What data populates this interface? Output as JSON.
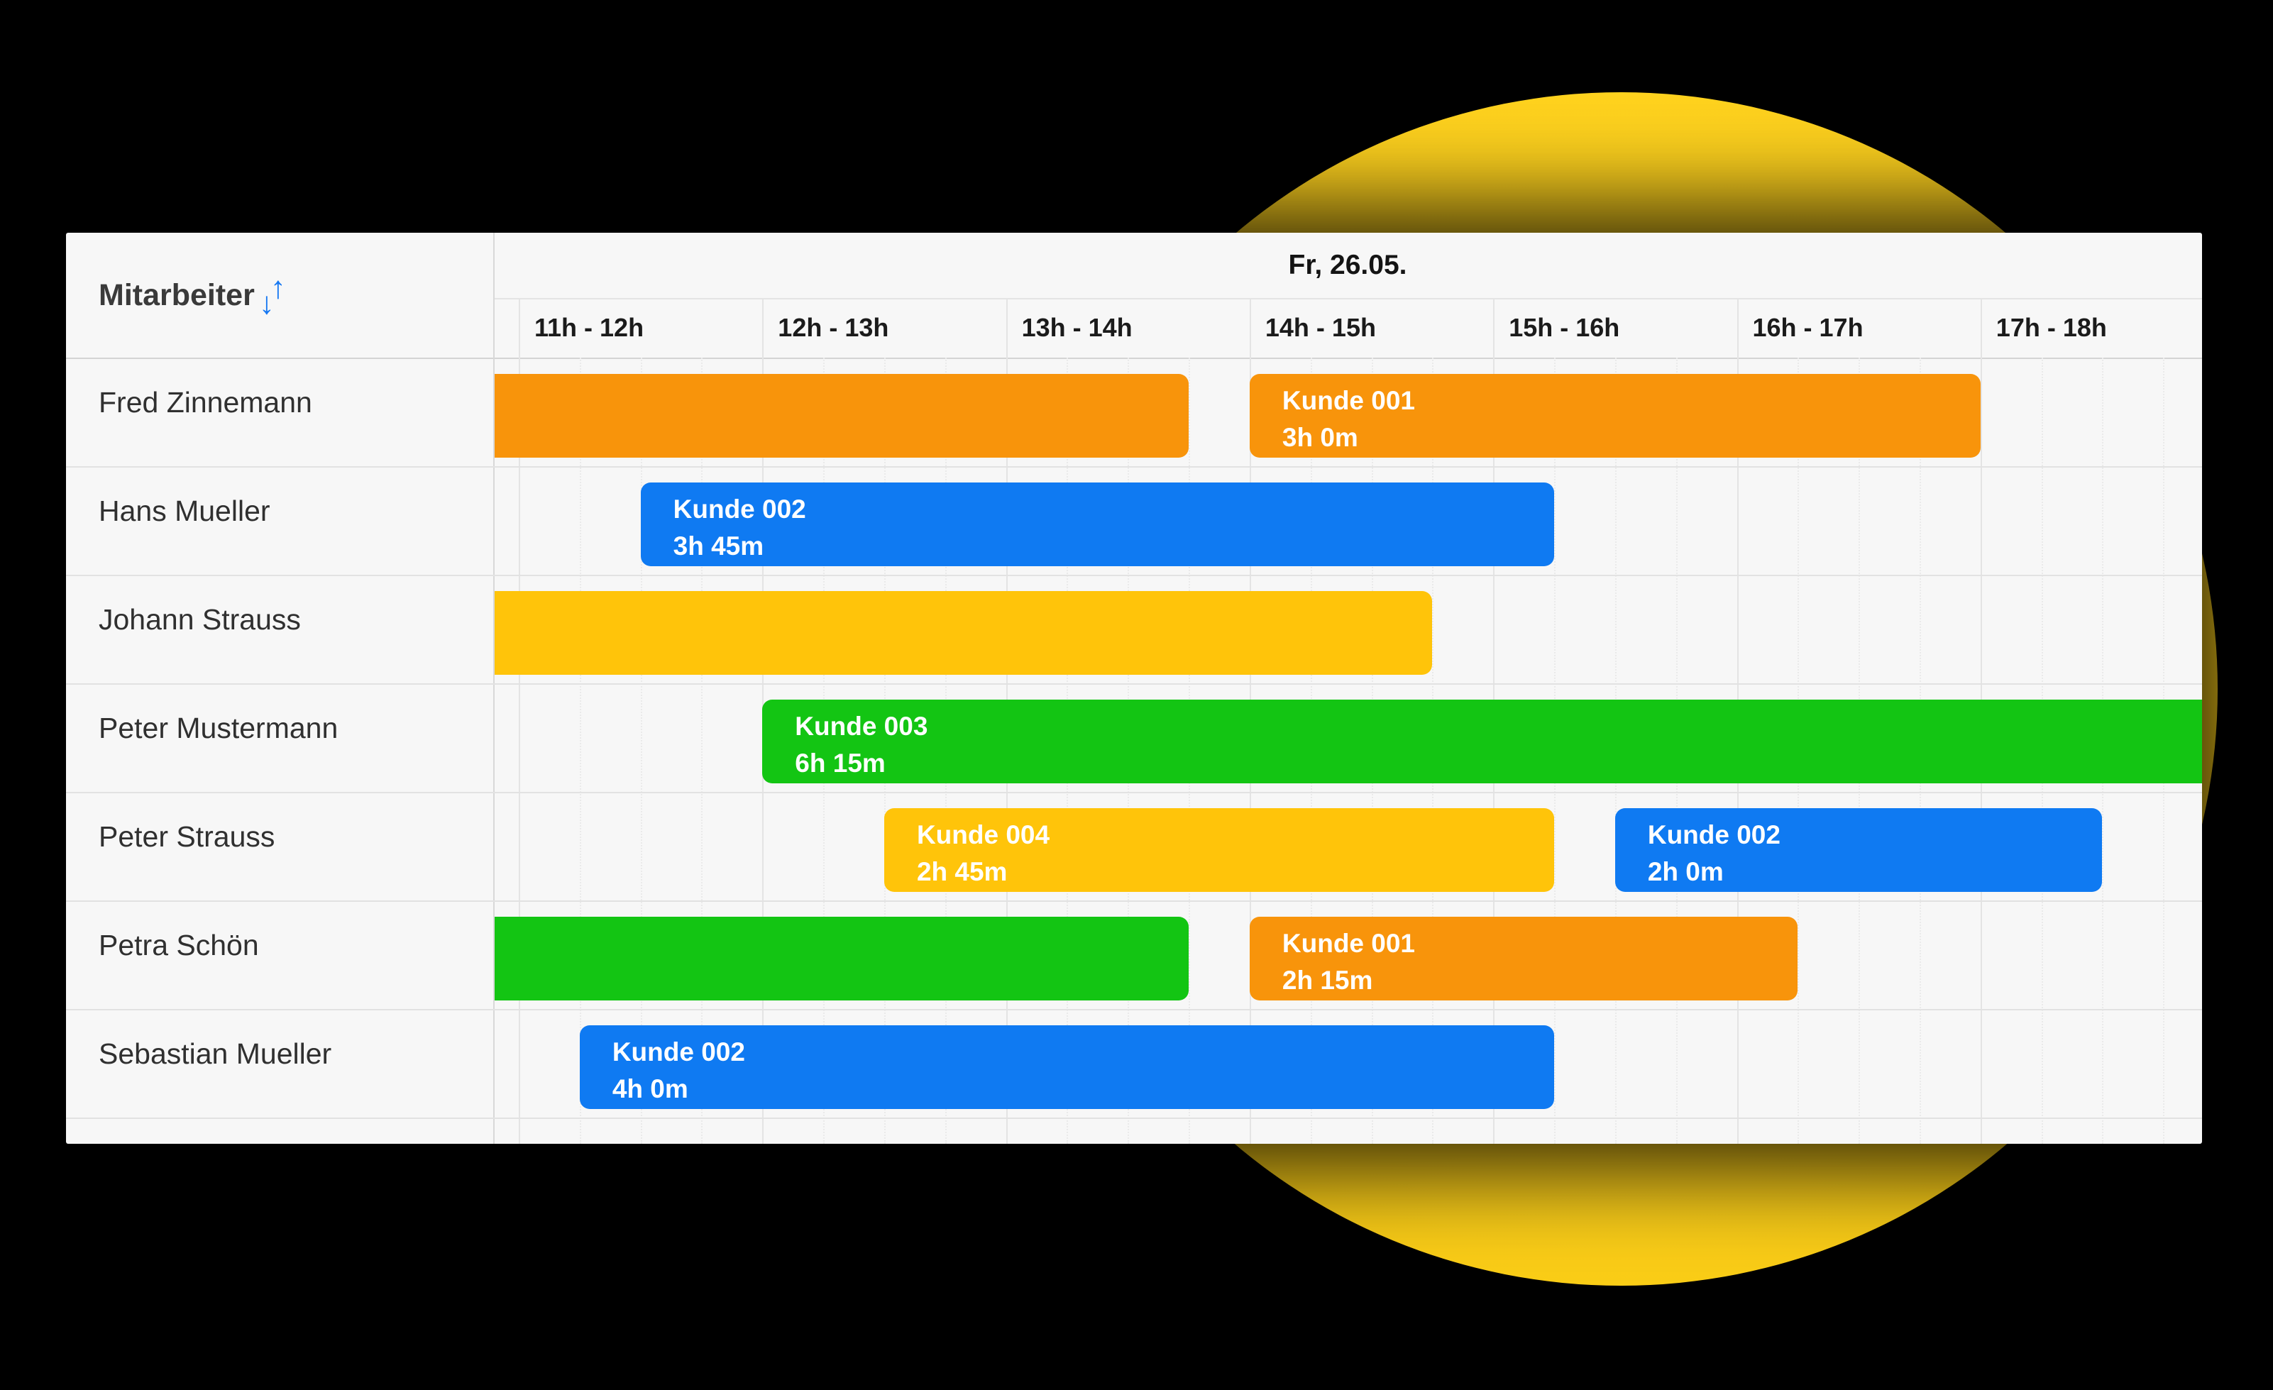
{
  "app": {
    "employees_header": "Mitarbeiter",
    "date_header": "Fr, 26.05.",
    "sort_icon": "sort-arrows-up-down"
  },
  "hour_headers": [
    "11h - 12h",
    "12h - 13h",
    "13h - 14h",
    "14h - 15h",
    "15h - 16h",
    "16h - 17h",
    "17h - 18h"
  ],
  "colors": {
    "orange": "#F8940B",
    "blue": "#0F7AF2",
    "green": "#13C513",
    "yellow": "#FFC40A",
    "sort_icon_blue": "#1778F2",
    "circle_yellow": "#FFD21E",
    "panel_bg": "#F7F7F7"
  },
  "chart_data": {
    "type": "gantt-scheduler",
    "date": "Fr, 26.05.",
    "visible_hours": {
      "start": 11,
      "end": 18
    },
    "rows": [
      {
        "employee": "Fred Zinnemann",
        "bars": [
          {
            "customer": null,
            "duration": null,
            "start_hour": 10.9,
            "end_hour": 13.75,
            "color": "orange",
            "clipped_start": true
          },
          {
            "customer": "Kunde 001",
            "duration": "3h 0m",
            "start_hour": 14.0,
            "end_hour": 17.0,
            "color": "orange"
          }
        ]
      },
      {
        "employee": "Hans Mueller",
        "bars": [
          {
            "customer": "Kunde 002",
            "duration": "3h 45m",
            "start_hour": 11.5,
            "end_hour": 15.25,
            "color": "blue"
          }
        ]
      },
      {
        "employee": "Johann Strauss",
        "bars": [
          {
            "customer": null,
            "duration": null,
            "start_hour": 10.9,
            "end_hour": 14.75,
            "color": "yellow",
            "clipped_start": true
          }
        ]
      },
      {
        "employee": "Peter Mustermann",
        "bars": [
          {
            "customer": "Kunde 003",
            "duration": "6h 15m",
            "start_hour": 12.0,
            "end_hour": 18.25,
            "color": "green",
            "clipped_end": true
          }
        ]
      },
      {
        "employee": "Peter Strauss",
        "bars": [
          {
            "customer": "Kunde 004",
            "duration": "2h 45m",
            "start_hour": 12.5,
            "end_hour": 15.25,
            "color": "yellow"
          },
          {
            "customer": "Kunde 002",
            "duration": "2h 0m",
            "start_hour": 15.5,
            "end_hour": 17.5,
            "color": "blue"
          }
        ]
      },
      {
        "employee": "Petra Schön",
        "bars": [
          {
            "customer": null,
            "duration": null,
            "start_hour": 10.9,
            "end_hour": 13.75,
            "color": "green",
            "clipped_start": true
          },
          {
            "customer": "Kunde 001",
            "duration": "2h 15m",
            "start_hour": 14.0,
            "end_hour": 16.25,
            "color": "orange"
          }
        ]
      },
      {
        "employee": "Sebastian Mueller",
        "bars": [
          {
            "customer": "Kunde 002",
            "duration": "4h 0m",
            "start_hour": 11.25,
            "end_hour": 15.25,
            "color": "blue"
          }
        ]
      }
    ]
  }
}
